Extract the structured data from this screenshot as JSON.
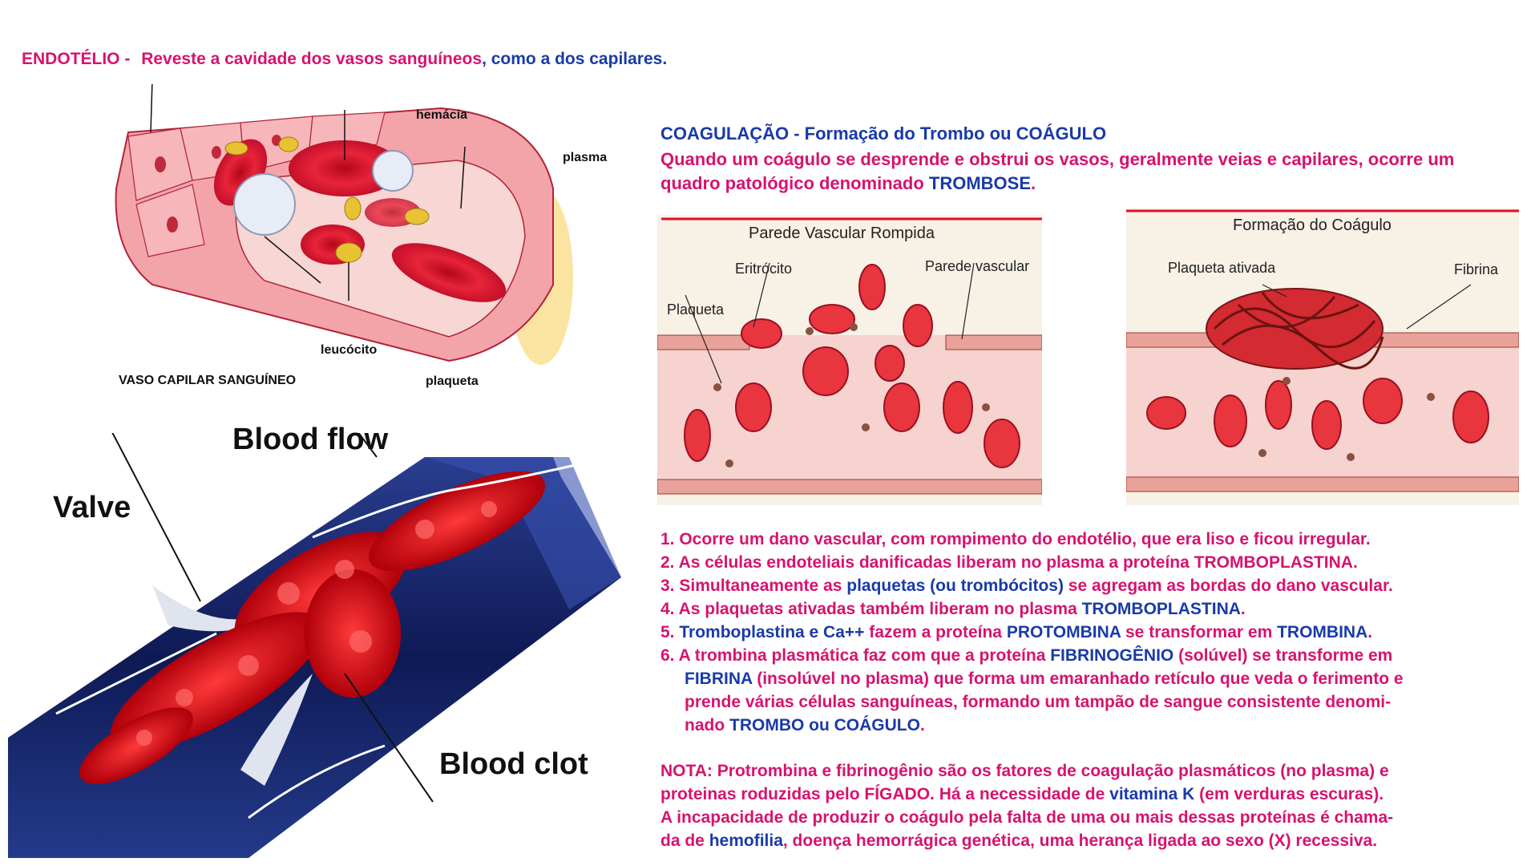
{
  "header": {
    "endotelio_label": "ENDOTÉLIO -",
    "endotelio_text1": "Reveste a cavidade dos vasos sanguíneos",
    "endotelio_text2": ", como a dos capilares."
  },
  "capillary": {
    "caption": "VASO CAPILAR SANGUÍNEO",
    "hemacia": "hemácia",
    "plasma": "plasma",
    "leucocito": "leucócito",
    "plaqueta": "plaqueta"
  },
  "vein": {
    "blood_flow": "Blood flow",
    "valve": "Valve",
    "blood_clot": "Blood clot"
  },
  "coagulacao": {
    "title": "COAGULAÇÃO - Formação do Trombo ou COÁGULO",
    "desc_line1": "Quando um coágulo se desprende e obstrui os vasos, geralmente veias e capilares, ocorre um",
    "desc_line2a": "quadro patológico denominado ",
    "desc_line2b": "TROMBOSE",
    "desc_line2c": "."
  },
  "panel_left": {
    "title": "Parede Vascular Rompida",
    "eritrocito": "Eritrócito",
    "parede_vascular": "Parede vascular",
    "plaqueta": "Plaqueta"
  },
  "panel_right": {
    "title": "Formação do Coágulo",
    "plaqueta_ativada": "Plaqueta ativada",
    "fibrina": "Fibrina"
  },
  "steps": {
    "s1": "1. Ocorre um dano vascular, com rompimento do endotélio, que era liso e ficou irregular.",
    "s2a": "2. As células endoteliais danificadas liberam no plasma a proteína ",
    "s2b": "TROMBOPLASTINA",
    "s2c": ".",
    "s3a": "3. Simultaneamente  as ",
    "s3b": "plaquetas (ou trombócitos)",
    "s3c": " se agregam as bordas do dano vascular.",
    "s4a": "4. As plaquetas ativadas também liberam no plasma ",
    "s4b": "TROMBOPLASTINA",
    "s4c": ".",
    "s5a": "5.  ",
    "s5b": "Tromboplastina e Ca++",
    "s5c": " fazem a proteína ",
    "s5d": "PROTOMBINA",
    "s5e": " se transformar em ",
    "s5f": "TROMBINA",
    "s5g": ".",
    "s6a": "6. A trombina plasmática faz com que  a proteína ",
    "s6b": "FIBRINOGÊNIO",
    "s6c": " (solúvel) se transforme em",
    "s6d": "FIBRINA",
    "s6e": " (insolúvel no plasma) que forma um emaranhado retículo que veda o ferimento e",
    "s6f": "prende várias células sanguíneas,  formando um  tampão  de sangue consistente denomi-",
    "s6g": "nado ",
    "s6h": "TROMBO ou COÁGULO",
    "s6i": "."
  },
  "nota": {
    "n1": "NOTA: Protrombina e fibrinogênio  são os  fatores de  coagulação plasmáticos (no plasma) e",
    "n2a": "proteinas roduzidas pelo FÍGADO. Há a necessidade de ",
    "n2b": "vitamina K",
    "n2c": " (em verduras escuras).",
    "n3": "A incapacidade de  produzir o coágulo pela falta de uma ou mais  dessas proteínas é chama-",
    "n4a": "da de ",
    "n4b": "hemofilia",
    "n4c": ", doença hemorrágica genética, uma herança ligada ao sexo (X) recessiva."
  },
  "colors": {
    "pink": "#d6136f",
    "blue": "#1a3aa8",
    "red_line": "#e0102a"
  }
}
